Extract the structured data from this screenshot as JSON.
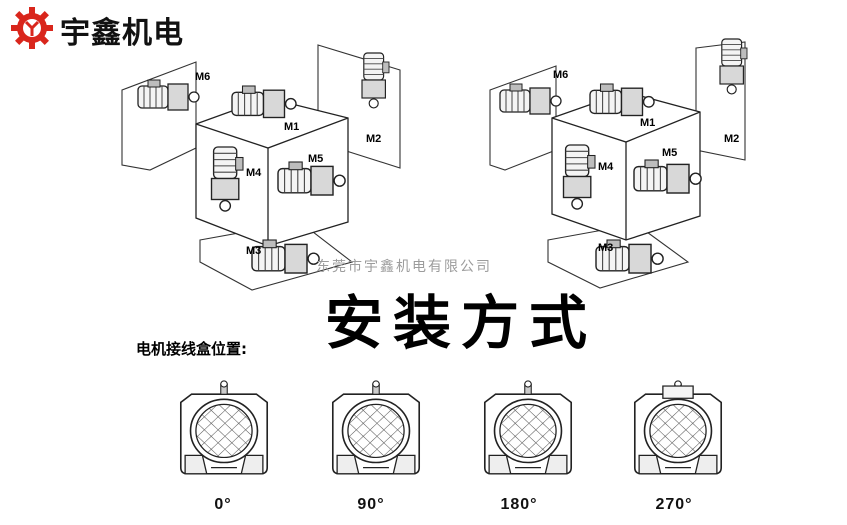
{
  "brand": {
    "name": "宇鑫机电",
    "logo_icon": "gear-y-logo-icon",
    "logo_color": "#d9261c"
  },
  "watermark": "东莞市宇鑫机电有限公司",
  "title": "安装方式",
  "mounting": {
    "left_group": [
      "M6",
      "M1",
      "M2",
      "M4",
      "M5",
      "M3"
    ],
    "right_group": [
      "M6",
      "M1",
      "M2",
      "M4",
      "M5",
      "M3"
    ]
  },
  "terminal_box": {
    "label": "电机接线盒位置:",
    "positions": [
      "0°",
      "90°",
      "180°",
      "270°"
    ]
  }
}
